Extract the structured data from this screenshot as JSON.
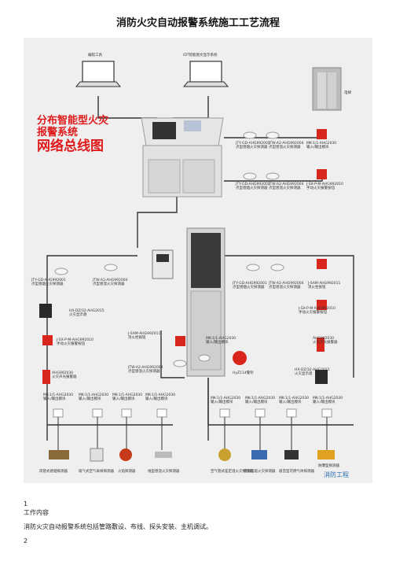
{
  "title": "消防火灾自动报警系统施工工艺流程",
  "diagram": {
    "top_labels": {
      "laptop1": "编程工具",
      "laptop2": "IDT智能图文显示系统",
      "elevator": "电梯"
    },
    "brand": {
      "line1": "分布智能型火灾",
      "line2": "报警系统",
      "line3": "网络总线图"
    },
    "upper_right": [
      {
        "code": "JTY-GD-AHG992001",
        "desc": "点型感烟火灾探测器"
      },
      {
        "code": "JTW-A2-AHG992004",
        "desc": "点型感温火灾探测器"
      },
      {
        "code": "MK-1/1-AHG2030",
        "desc": "输入/输出模块"
      },
      {
        "code": "JTY-GD-AHG992001",
        "desc": "点型感烟火灾探测器"
      },
      {
        "code": "JTW-A2-AHG992004",
        "desc": "点型感温火灾探测器"
      },
      {
        "code": "J-SX-P-M-AHG992010",
        "desc": "手动火灾报警按钮"
      }
    ],
    "left_side": [
      {
        "code": "JTY-GD-AHG992001",
        "desc": "点型感烟火灾探测器"
      },
      {
        "code": "JTW-A2-AHG992004",
        "desc": "点型感温火灾探测器"
      },
      {
        "code": "HX-DZ/32-AHG2015",
        "desc": "火灾显示盘"
      },
      {
        "code": "J-SX-P-M-AHG992010",
        "desc": "手动火灾报警按钮"
      },
      {
        "code": "AHG992030",
        "desc": "火灾声光报警器"
      },
      {
        "code": "J-SAM-AHG992011",
        "desc": "消火栓按钮"
      },
      {
        "code": "JTW-A2-AHG992004",
        "desc": "点型感温火灾探测器"
      }
    ],
    "right_side": [
      {
        "code": "JTY-GD-AHG992001",
        "desc": "点型感烟火灾探测器"
      },
      {
        "code": "JTW-A2-AHG992004",
        "desc": "点型感温火灾探测器"
      },
      {
        "code": "J-SAM-AHG992011",
        "desc": "消火栓按钮"
      },
      {
        "code": "J-SX-P-M-AHG992010",
        "desc": "手动火灾报警按钮"
      },
      {
        "code": "AHG992030",
        "desc": "火灾声光报警器"
      },
      {
        "code": "HX-DZ/32-AHG2015",
        "desc": "火灾显示盘"
      },
      {
        "code": "MK-1/1-AHG2030",
        "desc": "输入/输出模块"
      },
      {
        "code": "HyZ114警铃",
        "desc": ""
      }
    ],
    "modules_left": [
      "MK-1/1-AHG2030",
      "MK-1/1-AHG2030",
      "MK-1/1-AHG2030",
      "MK-1/1-AHG2030"
    ],
    "modules_right": [
      "MK-1/1-AHG2030",
      "MK-1/1-AHG2030",
      "MK-1/1-AHG2030",
      "MK-1/1-AHG2030"
    ],
    "module_desc": "输入/输出模块",
    "bottom_labels": [
      "风管式感烟探测器",
      "吸气式空气采样探测器",
      "火焰探测器",
      "线型感温火灾探测器",
      "空气管式差定温火灾探测器",
      "感温电缆火灾探测器",
      "吸音型可燃气体探测器",
      "防爆型探测器"
    ],
    "watermark": "消防工程"
  },
  "footer": {
    "n1": "1",
    "heading": "工作内容",
    "line": "消防火灾自动报警系统包括管路敷设、布线、探头安装、主机调试。",
    "n2": "2"
  },
  "colors": {
    "panel": "#efefef",
    "line": "#333333",
    "red": "#d9261c",
    "brand": "#e01a1a"
  }
}
